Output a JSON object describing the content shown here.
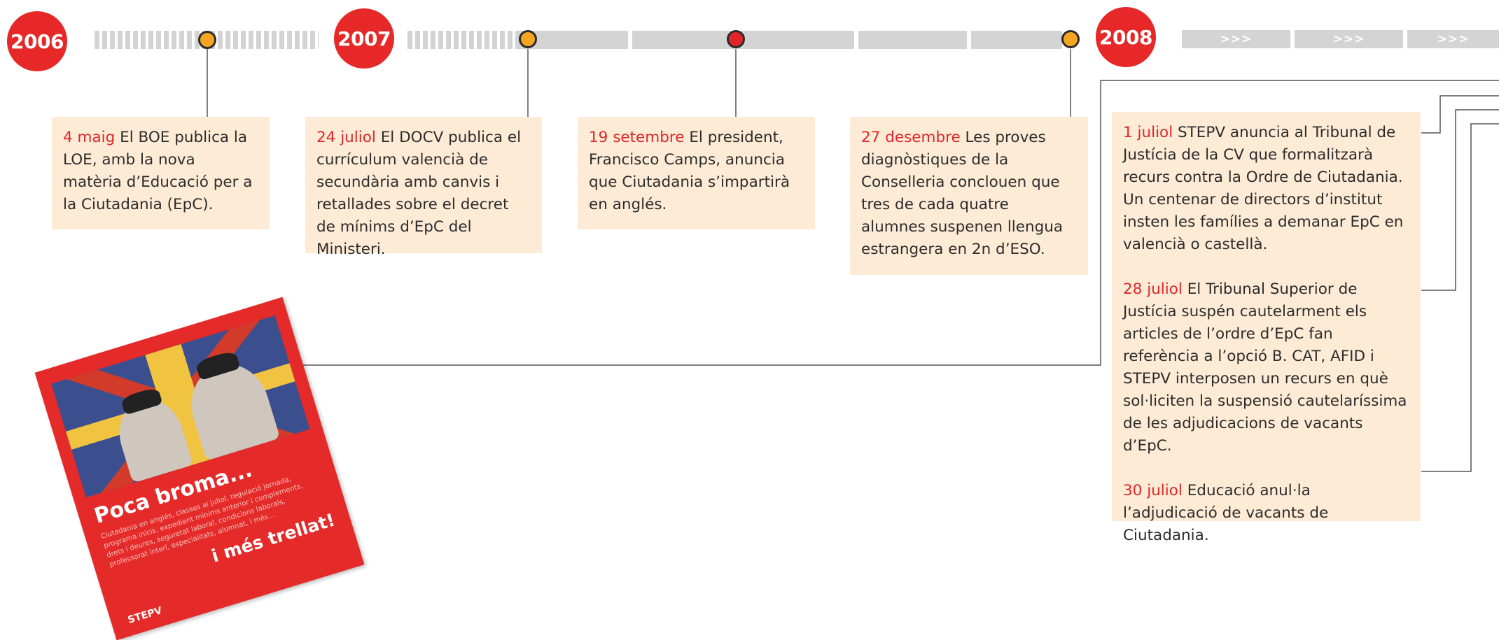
{
  "years": [
    "2006",
    "2007",
    "2008"
  ],
  "arrow_label": ">>>",
  "events": [
    {
      "date": "4 maig",
      "text": "El BOE publica la LOE, amb la nova matèria d’Educació per a la Ciutadania (EpC)."
    },
    {
      "date": "24 juliol",
      "text": "El DOCV publica el currículum valencià de secundària amb canvis i retallades sobre el decret de mínims d’EpC del Ministeri."
    },
    {
      "date": "19 setembre",
      "text": "El president, Francisco Camps, anuncia que Ciutadania s’impartirà en anglés."
    },
    {
      "date": "27 desembre",
      "text": "Les proves diagnòstiques de la Conselleria conclouen que tres de cada quatre alumnes suspenen llengua estrangera en 2n d’ESO."
    }
  ],
  "events_2008": [
    {
      "date": "1 juliol",
      "text": "STEPV anuncia al Tribunal de Justícia de la CV que formalitzarà recurs contra la Ordre de Ciutadania. Un centenar de directors d’institut insten les famílies a demanar EpC en valencià o castellà."
    },
    {
      "date": "28 juliol",
      "text": "El Tribunal Superior de Justícia suspén cautelarment els articles de l’ordre d’EpC fan referència a l’opció B. CAT, AFID i STEPV interposen un recurs en què sol·liciten la suspensió cautelaríssima de les adjudicacions de vacants d’EpC."
    },
    {
      "date": "30 juliol",
      "text": "Educació anul·la l’adjudicació de vacants de Ciutadania."
    }
  ],
  "poster": {
    "title": "Poca broma...",
    "body": "Ciutadania en anglés, classes al juliol, regulació jornada, programa inicis, expedient mínims anterior i complements, drets i deures, seguretat laboral, condicions laborals, professorat interí, especialitats, alumnat, i més...",
    "slogan": "i més trellat!",
    "logo": "STEPV"
  },
  "colors": {
    "accent_red": "#e62828",
    "dot_orange": "#f6a521",
    "card_bg": "#fdebd6",
    "track_gray": "#d4d4d4"
  }
}
